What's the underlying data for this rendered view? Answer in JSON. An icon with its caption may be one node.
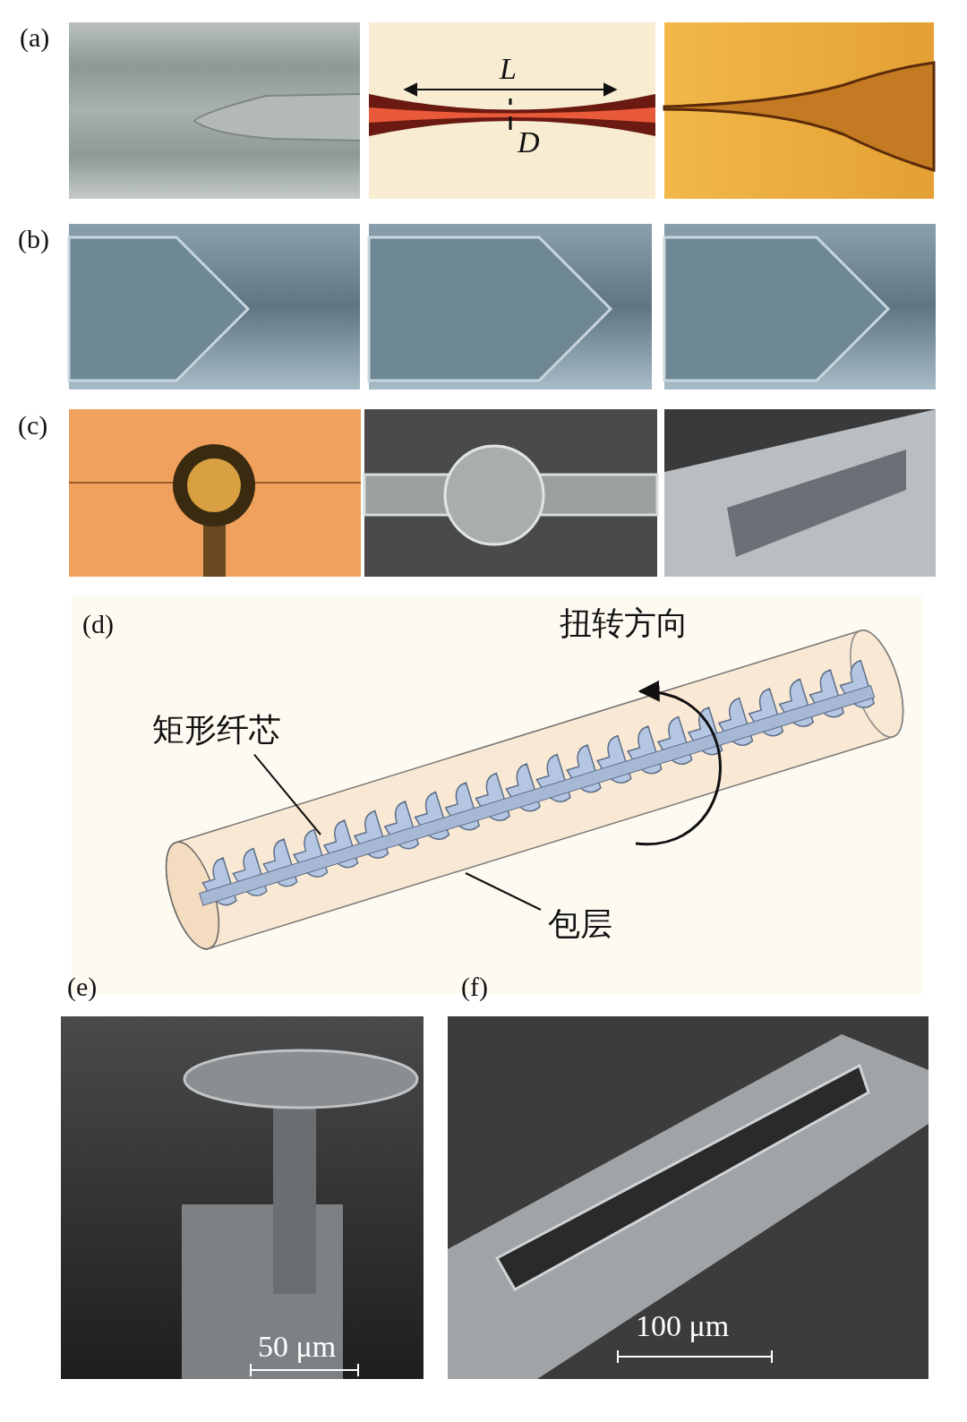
{
  "diagram": {
    "nodes": [
      {
        "text": [
          "矩形纤芯"
        ]
      },
      {
        "text": [],
        "shape": "picture"
      },
      {
        "text": [],
        "shape": "picture",
        "in": 1
      },
      {
        "text": [
          "包层"
        ]
      }
    ],
    "edges": [
      {
        "from": 0,
        "to": 2,
        "arrow": "none"
      },
      {
        "from": 3,
        "to": 1,
        "arrow": "none"
      }
    ],
    "labels": [
      "(a)",
      "L",
      "D",
      "(b)",
      "(c)",
      "(d)",
      "扭转方向",
      "(e)",
      "(f)",
      "50 μm",
      "100 μm"
    ]
  }
}
